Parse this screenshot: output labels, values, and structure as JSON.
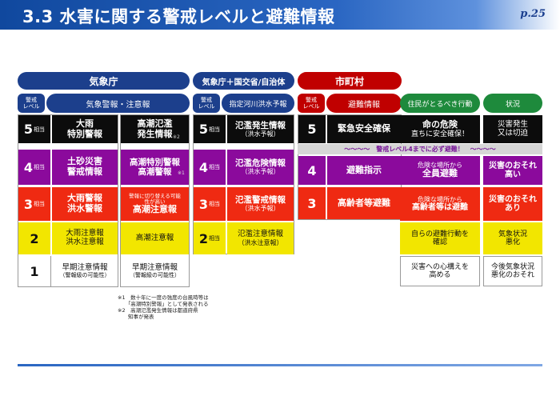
{
  "title": "3.3 水害に関する警戒レベルと避難情報",
  "page_number": "p.25",
  "headers": {
    "jma": "気象庁",
    "jma_mlit": "気象庁＋国交省/自治体",
    "municipality": "市町村",
    "level_label": "警戒\nレベル",
    "jma_warnings": "気象警報・注意報",
    "designated_river": "指定河川洪水予報",
    "evacuation_info": "避難情報",
    "resident_action": "住民がとるべき行動",
    "situation": "状況"
  },
  "level_suffix": "相当",
  "levels": {
    "l5": {
      "num": "5",
      "weather": "大雨\n特別警報",
      "storm": "高潮氾濫\n発生情報",
      "storm_mark": "※2",
      "river": "氾濫発生情報",
      "river_sub": "（洪水予報）",
      "evac": "緊急安全確保",
      "action_sub": "命の危険",
      "action_main": "直ちに安全確保！",
      "situation": "災害発生\n又は切迫"
    },
    "banner": "〜〜〜〜　警戒レベル4までに必ず避難！　〜〜〜〜",
    "l4": {
      "num": "4",
      "weather": "土砂災害\n警戒情報",
      "storm": "高潮特別警報\n高潮警報",
      "storm_mark": "※1",
      "river": "氾濫危険情報",
      "river_sub": "（洪水予報）",
      "evac": "避難指示",
      "action_sub": "危険な場所から",
      "action_main": "全員避難",
      "situation": "災害のおそれ\n高い"
    },
    "l3": {
      "num": "3",
      "weather": "大雨警報\n洪水警報",
      "storm_sub": "警報に切り替える可能\n性が高い",
      "storm": "高潮注意報",
      "river": "氾濫警戒情報",
      "river_sub": "（洪水予報）",
      "evac": "高齢者等避難",
      "action_sub": "危険な場所から",
      "action_main": "高齢者等は避難",
      "situation": "災害のおそれ\nあり"
    },
    "l2": {
      "num": "2",
      "weather": "大雨注意報\n洪水注意報",
      "storm": "高潮注意報",
      "river": "氾濫注意情報",
      "river_sub": "（洪水注意報）",
      "action": "自らの避難行動を\n確認",
      "situation": "気象状況\n悪化"
    },
    "l1": {
      "num": "1",
      "weather": "早期注意情報",
      "weather_sub": "（警報級の可能性）",
      "storm": "早期注意情報",
      "storm_sub": "（警報級の可能性）",
      "action": "災害への心構えを\n高める",
      "situation": "今後気象状況\n悪化のおそれ"
    }
  },
  "notes": [
    "※1　数十年に一度の強度の台風時等は",
    "　　「高潮特別警報」として発表される",
    "※2　高潮氾濫発生情報は都道府県",
    "　　知事が発表"
  ]
}
